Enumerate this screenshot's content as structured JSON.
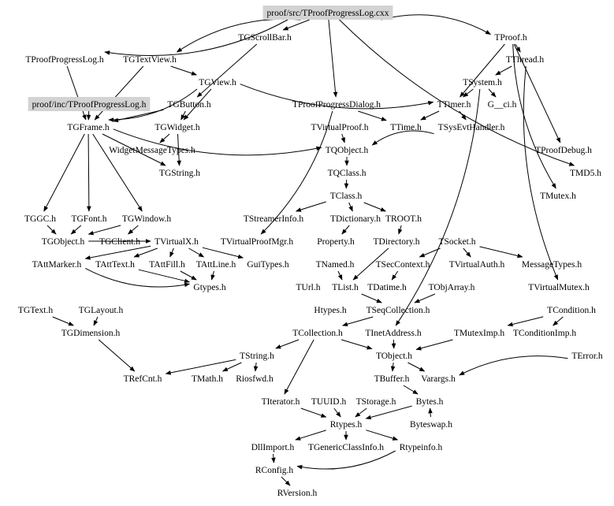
{
  "diagram": {
    "title": "proof/src/TProofProgressLog.cxx include dependency graph",
    "highlight_color": "#d3d3d3",
    "nodes": [
      {
        "id": "src",
        "label": "proof/src/TProofProgressLog.cxx",
        "highlighted": true
      },
      {
        "id": "inc",
        "label": "proof/inc/TProofProgressLog.h",
        "highlighted": true
      },
      {
        "id": "TGScrollBar",
        "label": "TGScrollBar.h"
      },
      {
        "id": "TProof",
        "label": "TProof.h"
      },
      {
        "id": "TProofProgressLog",
        "label": "TProofProgressLog.h"
      },
      {
        "id": "TGTextView",
        "label": "TGTextView.h"
      },
      {
        "id": "TThread",
        "label": "TThread.h"
      },
      {
        "id": "TGView",
        "label": "TGView.h"
      },
      {
        "id": "TSystem",
        "label": "TSystem.h"
      },
      {
        "id": "TGButton",
        "label": "TGButton.h"
      },
      {
        "id": "TProofProgressDialog",
        "label": "TProofProgressDialog.h"
      },
      {
        "id": "TTimer",
        "label": "TTimer.h"
      },
      {
        "id": "G__ci",
        "label": "G__ci.h"
      },
      {
        "id": "TGFrame",
        "label": "TGFrame.h"
      },
      {
        "id": "TGWidget",
        "label": "TGWidget.h"
      },
      {
        "id": "TVirtualProof",
        "label": "TVirtualProof.h"
      },
      {
        "id": "TTime",
        "label": "TTime.h"
      },
      {
        "id": "TSysEvtHandler",
        "label": "TSysEvtHandler.h"
      },
      {
        "id": "WidgetMessageTypes",
        "label": "WidgetMessageTypes.h"
      },
      {
        "id": "TQObject",
        "label": "TQObject.h"
      },
      {
        "id": "TProofDebug",
        "label": "TProofDebug.h"
      },
      {
        "id": "TGString",
        "label": "TGString.h"
      },
      {
        "id": "TQClass",
        "label": "TQClass.h"
      },
      {
        "id": "TMD5",
        "label": "TMD5.h"
      },
      {
        "id": "TClass",
        "label": "TClass.h"
      },
      {
        "id": "TMutex",
        "label": "TMutex.h"
      },
      {
        "id": "TGGC",
        "label": "TGGC.h"
      },
      {
        "id": "TGFont",
        "label": "TGFont.h"
      },
      {
        "id": "TGWindow",
        "label": "TGWindow.h"
      },
      {
        "id": "TStreamerInfo",
        "label": "TStreamerInfo.h"
      },
      {
        "id": "TDictionary",
        "label": "TDictionary.h"
      },
      {
        "id": "TROOT",
        "label": "TROOT.h"
      },
      {
        "id": "TGObject",
        "label": "TGObject.h"
      },
      {
        "id": "TGClient",
        "label": "TGClient.h"
      },
      {
        "id": "TVirtualX",
        "label": "TVirtualX.h"
      },
      {
        "id": "TVirtualProofMgr",
        "label": "TVirtualProofMgr.h"
      },
      {
        "id": "Property",
        "label": "Property.h"
      },
      {
        "id": "TDirectory",
        "label": "TDirectory.h"
      },
      {
        "id": "TSocket",
        "label": "TSocket.h"
      },
      {
        "id": "TAttMarker",
        "label": "TAttMarker.h"
      },
      {
        "id": "TAttText",
        "label": "TAttText.h"
      },
      {
        "id": "TAttFill",
        "label": "TAttFill.h"
      },
      {
        "id": "TAttLine",
        "label": "TAttLine.h"
      },
      {
        "id": "GuiTypes",
        "label": "GuiTypes.h"
      },
      {
        "id": "TNamed",
        "label": "TNamed.h"
      },
      {
        "id": "TSecContext",
        "label": "TSecContext.h"
      },
      {
        "id": "TVirtualAuth",
        "label": "TVirtualAuth.h"
      },
      {
        "id": "MessageTypes",
        "label": "MessageTypes.h"
      },
      {
        "id": "Gtypes",
        "label": "Gtypes.h"
      },
      {
        "id": "TUrl",
        "label": "TUrl.h"
      },
      {
        "id": "TList",
        "label": "TList.h"
      },
      {
        "id": "TDatime",
        "label": "TDatime.h"
      },
      {
        "id": "TObjArray",
        "label": "TObjArray.h"
      },
      {
        "id": "TVirtualMutex",
        "label": "TVirtualMutex.h"
      },
      {
        "id": "Htypes",
        "label": "Htypes.h"
      },
      {
        "id": "TSeqCollection",
        "label": "TSeqCollection.h"
      },
      {
        "id": "TGText",
        "label": "TGText.h"
      },
      {
        "id": "TGLayout",
        "label": "TGLayout.h"
      },
      {
        "id": "TCondition",
        "label": "TCondition.h"
      },
      {
        "id": "TGDimension",
        "label": "TGDimension.h"
      },
      {
        "id": "TCollection",
        "label": "TCollection.h"
      },
      {
        "id": "TInetAddress",
        "label": "TInetAddress.h"
      },
      {
        "id": "TMutexImp",
        "label": "TMutexImp.h"
      },
      {
        "id": "TConditionImp",
        "label": "TConditionImp.h"
      },
      {
        "id": "TString",
        "label": "TString.h"
      },
      {
        "id": "TObject",
        "label": "TObject.h"
      },
      {
        "id": "TError",
        "label": "TError.h"
      },
      {
        "id": "TRefCnt",
        "label": "TRefCnt.h"
      },
      {
        "id": "TMath",
        "label": "TMath.h"
      },
      {
        "id": "Riosfwd",
        "label": "Riosfwd.h"
      },
      {
        "id": "TBuffer",
        "label": "TBuffer.h"
      },
      {
        "id": "Varargs",
        "label": "Varargs.h"
      },
      {
        "id": "TIterator",
        "label": "TIterator.h"
      },
      {
        "id": "TUUID",
        "label": "TUUID.h"
      },
      {
        "id": "TStorage",
        "label": "TStorage.h"
      },
      {
        "id": "Bytes",
        "label": "Bytes.h"
      },
      {
        "id": "Rtypes",
        "label": "Rtypes.h"
      },
      {
        "id": "Byteswap",
        "label": "Byteswap.h"
      },
      {
        "id": "DllImport",
        "label": "DllImport.h"
      },
      {
        "id": "TGenericClassInfo",
        "label": "TGenericClassInfo.h"
      },
      {
        "id": "Rtypeinfo",
        "label": "Rtypeinfo.h"
      },
      {
        "id": "RConfig",
        "label": "RConfig.h"
      },
      {
        "id": "RVersion",
        "label": "RVersion.h"
      }
    ],
    "edges": [
      [
        "src",
        "TProofProgressLog"
      ],
      [
        "src",
        "TGTextView"
      ],
      [
        "src",
        "TGScrollBar"
      ],
      [
        "src",
        "TProofProgressDialog"
      ],
      [
        "src",
        "TProof"
      ],
      [
        "src",
        "TMD5"
      ],
      [
        "TGScrollBar",
        "TGButton"
      ],
      [
        "TProofProgressLog",
        "TGFrame"
      ],
      [
        "TGTextView",
        "TGView"
      ],
      [
        "TGTextView",
        "TGFrame"
      ],
      [
        "TGView",
        "TGWidget"
      ],
      [
        "TGView",
        "TTimer"
      ],
      [
        "TGView",
        "TGFrame"
      ],
      [
        "inc",
        "TGFrame"
      ],
      [
        "TGButton",
        "TGFrame"
      ],
      [
        "TGButton",
        "TGWidget"
      ],
      [
        "TProof",
        "TThread"
      ],
      [
        "TProof",
        "TTimer"
      ],
      [
        "TProof",
        "TProofDebug"
      ],
      [
        "TProof",
        "TMutex"
      ],
      [
        "TThread",
        "TSystem"
      ],
      [
        "TThread",
        "TVirtualMutex"
      ],
      [
        "TSystem",
        "TTimer"
      ],
      [
        "TSystem",
        "G__ci"
      ],
      [
        "TSystem",
        "TInetAddress"
      ],
      [
        "TTimer",
        "TSysEvtHandler"
      ],
      [
        "TTimer",
        "TTime"
      ],
      [
        "TProofProgressDialog",
        "TTime"
      ],
      [
        "TProofProgressDialog",
        "TVirtualProofMgr"
      ],
      [
        "TGFrame",
        "TGString"
      ],
      [
        "TGFrame",
        "TGGC"
      ],
      [
        "TGFrame",
        "TGFont"
      ],
      [
        "TGFrame",
        "TGWindow"
      ],
      [
        "TGFrame",
        "TQObject"
      ],
      [
        "TGWidget",
        "WidgetMessageTypes"
      ],
      [
        "TGWidget",
        "TGString"
      ],
      [
        "TVirtualProof",
        "TQObject"
      ],
      [
        "TSysEvtHandler",
        "TQObject"
      ],
      [
        "TQObject",
        "TQClass"
      ],
      [
        "TQClass",
        "TClass"
      ],
      [
        "TClass",
        "TStreamerInfo"
      ],
      [
        "TClass",
        "TDictionary"
      ],
      [
        "TClass",
        "TROOT"
      ],
      [
        "TDictionary",
        "Property"
      ],
      [
        "TROOT",
        "TDirectory"
      ],
      [
        "TSocket",
        "TSecContext"
      ],
      [
        "TSocket",
        "TVirtualAuth"
      ],
      [
        "TSocket",
        "MessageTypes"
      ],
      [
        "TGWindow",
        "TGObject"
      ],
      [
        "TGWindow",
        "TGClient"
      ],
      [
        "TGFont",
        "TGObject"
      ],
      [
        "TGGC",
        "TGObject"
      ],
      [
        "TGObject",
        "TVirtualX"
      ],
      [
        "TVirtualX",
        "TAttMarker"
      ],
      [
        "TVirtualX",
        "TAttText"
      ],
      [
        "TVirtualX",
        "TAttFill"
      ],
      [
        "TVirtualX",
        "TAttLine"
      ],
      [
        "TVirtualX",
        "GuiTypes"
      ],
      [
        "TAttText",
        "Gtypes"
      ],
      [
        "TAttFill",
        "Gtypes"
      ],
      [
        "TAttLine",
        "Gtypes"
      ],
      [
        "TAttMarker",
        "Gtypes"
      ],
      [
        "TNamed",
        "TList"
      ],
      [
        "TSecContext",
        "TDatime"
      ],
      [
        "TDirectory",
        "TList"
      ],
      [
        "TList",
        "TSeqCollection"
      ],
      [
        "TObjArray",
        "TSeqCollection"
      ],
      [
        "TSeqCollection",
        "TCollection"
      ],
      [
        "TCollection",
        "TString"
      ],
      [
        "TCollection",
        "TIterator"
      ],
      [
        "TCollection",
        "TObject"
      ],
      [
        "TGText",
        "TGDimension"
      ],
      [
        "TGLayout",
        "TGDimension"
      ],
      [
        "TGDimension",
        "TRefCnt"
      ],
      [
        "TInetAddress",
        "TObject"
      ],
      [
        "TMutexImp",
        "TObject"
      ],
      [
        "TCondition",
        "TConditionImp"
      ],
      [
        "TCondition",
        "TMutexImp"
      ],
      [
        "TString",
        "TRefCnt"
      ],
      [
        "TString",
        "TMath"
      ],
      [
        "TString",
        "Riosfwd"
      ],
      [
        "TObject",
        "TBuffer"
      ],
      [
        "TObject",
        "Varargs"
      ],
      [
        "TError",
        "Varargs"
      ],
      [
        "TBuffer",
        "Bytes"
      ],
      [
        "TIterator",
        "Rtypes"
      ],
      [
        "TUUID",
        "Rtypes"
      ],
      [
        "TStorage",
        "Rtypes"
      ],
      [
        "Bytes",
        "Rtypes"
      ],
      [
        "Byteswap",
        "Bytes"
      ],
      [
        "Rtypes",
        "DllImport"
      ],
      [
        "Rtypes",
        "TGenericClassInfo"
      ],
      [
        "Rtypes",
        "Rtypeinfo"
      ],
      [
        "DllImport",
        "RConfig"
      ],
      [
        "Rtypeinfo",
        "RConfig"
      ],
      [
        "RConfig",
        "RVersion"
      ]
    ]
  }
}
